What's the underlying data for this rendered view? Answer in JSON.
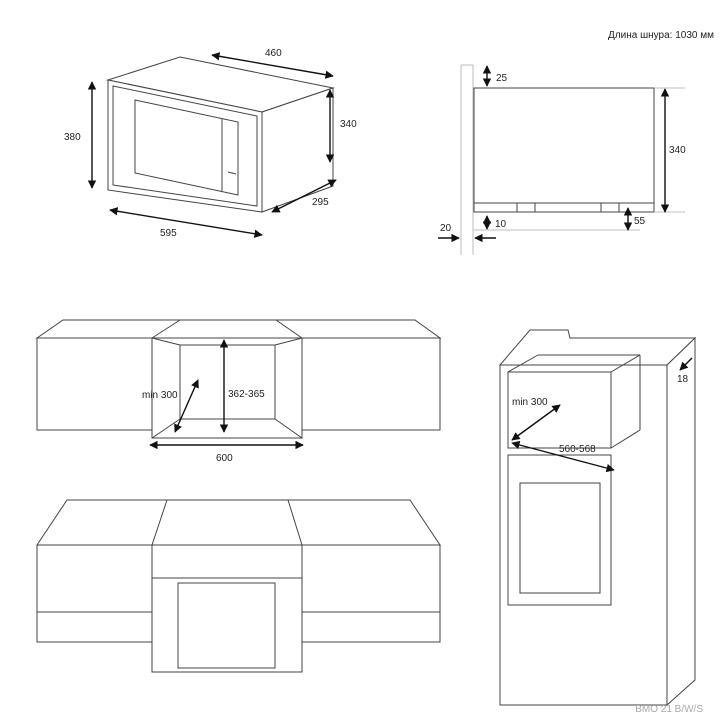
{
  "cord_length": "Длина шнура: 1030 мм",
  "model": "BMO 21 B/W/S",
  "microwave_iso": {
    "depth": "460",
    "height": "380",
    "body_height": "340",
    "width": "595",
    "side_depth": "295"
  },
  "side_view": {
    "top_gap": "25",
    "height": "340",
    "wall": "20",
    "bottom_gap": "10",
    "base": "55"
  },
  "wall_cabinet": {
    "depth": "min 300",
    "height": "362-365",
    "width": "600"
  },
  "tall_cabinet": {
    "depth": "min 300",
    "width": "560-568",
    "thickness": "18"
  }
}
